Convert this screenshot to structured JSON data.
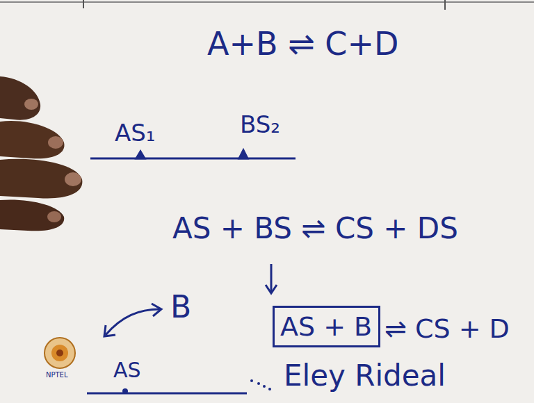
{
  "diagram": {
    "nodes": [
      {
        "text": [
          "AS + B"
        ]
      }
    ],
    "labels": [
      "A+B ⇌ C+D",
      "AS₁",
      "BS₂",
      "AS + BS ⇌ CS + DS",
      "B",
      "AS",
      "⇌ CS + D",
      "Eley Rideal",
      "NPTEL"
    ]
  }
}
